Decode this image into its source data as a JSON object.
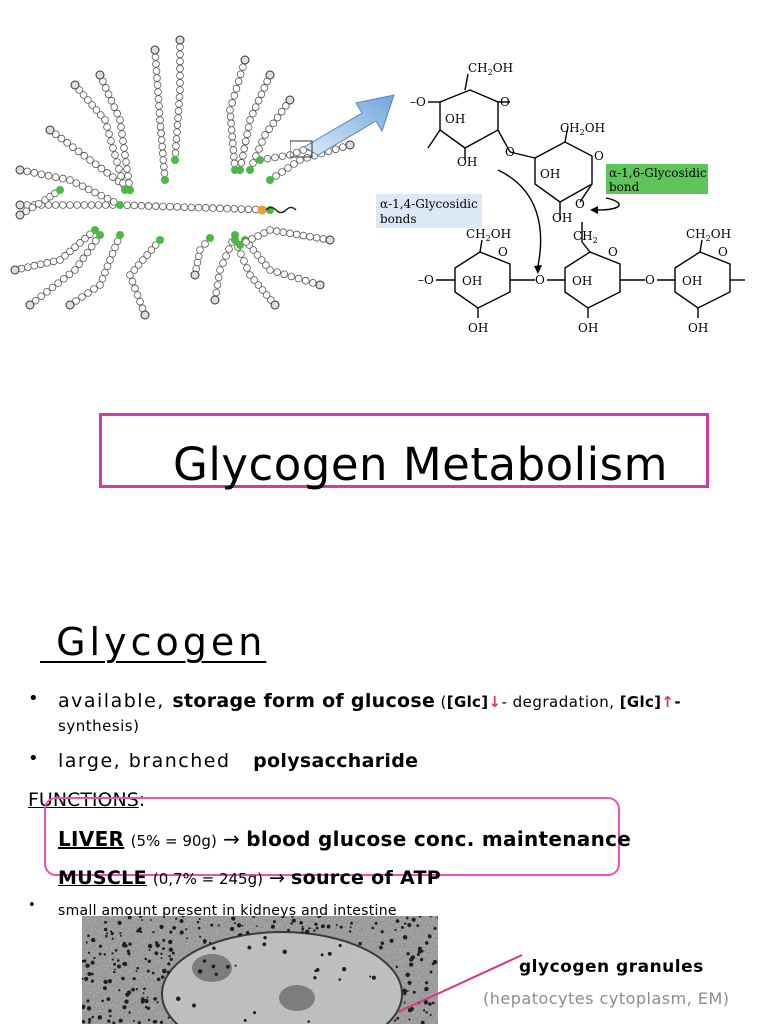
{
  "diagram": {
    "label_a14": "α-1,4-Glycosidic",
    "label_a14_line2": "bonds",
    "label_a16": "α-1,6-Glycosidic",
    "label_a16_line2": "bond",
    "ch2oh": "CH2OH",
    "ch2": "CH2",
    "oh": "OH",
    "o": "O",
    "colors": {
      "branch_point": "#4db848",
      "arrow": "#9cc3ea",
      "a16_box": "#5fc45a",
      "a14_box": "#dce8f5"
    }
  },
  "title": "Glycogen Metabolism",
  "heading": "Glycogen",
  "bullets": [
    {
      "pre": "available, ",
      "bold": "storage form of glucose",
      "p1": " (",
      "glc1": "[Glc]",
      "down": "↓",
      "mid": "- degradation, ",
      "glc2": "[Glc]",
      "up": "↑",
      "dash": "-",
      "line2": "synthesis)"
    },
    {
      "pre": "large, branched",
      "bold": "polysaccharide"
    }
  ],
  "functions_label": "FUNCTIONS",
  "functions_colon": ":",
  "liver": {
    "name": "LIVER",
    "detail": "(5% = 90g)",
    "arrow": "→",
    "result": "blood glucose conc. maintenance"
  },
  "muscle": {
    "name": "MUSCLE",
    "detail": "(0,7% = 245g)",
    "arrow": "→",
    "result": "source of ATP"
  },
  "small_note": "small amount present in kidneys and intestine",
  "micrograph": {
    "caption": "glycogen granules",
    "subcaption": "(hepatocytes cytoplasm, EM)"
  },
  "colors": {
    "title_border": "#d63aa8",
    "highlight_border": "#f04fb4",
    "pink_arrow": "#e0318a"
  },
  "bullet_char": "•"
}
